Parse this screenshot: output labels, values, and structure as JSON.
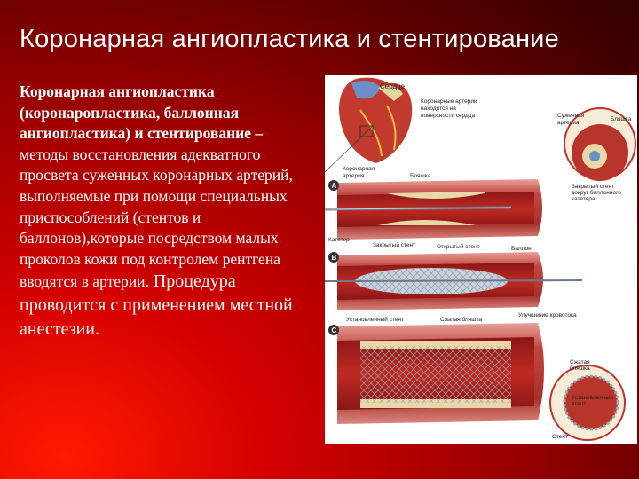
{
  "slide": {
    "title": "Коронарная ангиопластика и стентирование",
    "text_bold": "Коронарная ангиопластика (коронаропластика, баллонная ангиопластика) и стентирование –",
    "text_regular": " методы восстановления адекватного просвета суженных коронарных артерий, выполняемые при помощи специальных приспособлений (стентов и баллонов),которые посредством малых проколов кожи под контролем рентгена вводятся в артерии.",
    "text_large": " Процедура проводится с применением местной анестезии."
  },
  "figure": {
    "labels": {
      "heart": "Сердце",
      "coronary_arteries_line1": "Коронарные артерии",
      "coronary_arteries_line2": "находятся на",
      "coronary_arteries_line3": "поверхности сердца",
      "coronary_artery_line1": "Коронарная",
      "coronary_artery_line2": "артерия",
      "plaque": "Бляшка",
      "catheter": "Катетер",
      "closed_stent": "Закрытый стент",
      "open_stent": "Открытый стент",
      "balloon": "Баллон",
      "installed_stent": "Установленный стент",
      "compressed_plaque": "Сжатая бляшка",
      "improved_flow": "Улучшение кровотока",
      "narrowed_artery_line1": "Суженная",
      "narrowed_artery_line2": "артерия",
      "plaque_small": "Бляшка",
      "closed_stent_around_line1": "Закрытый стент",
      "closed_stent_around_line2": "вокруг баллонного",
      "closed_stent_around_line3": "катетера",
      "compressed_line1": "Сжатая",
      "compressed_line2": "бляшка",
      "installed_line1": "Установленный",
      "installed_line2": "стент",
      "stent": "Стент",
      "step_a": "A",
      "step_b": "B",
      "step_c": "C"
    }
  }
}
